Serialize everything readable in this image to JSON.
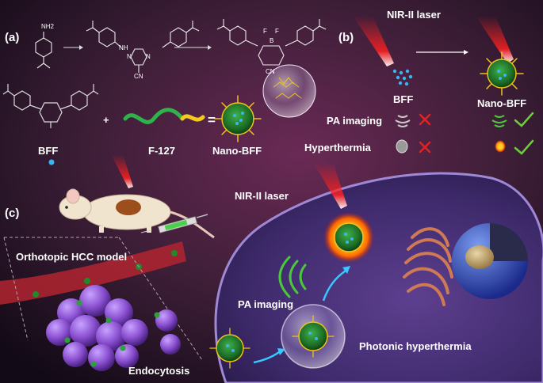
{
  "panel_labels": {
    "a": "(a)",
    "b": "(b)",
    "c": "(c)"
  },
  "panel_a": {
    "nh2": "NH2",
    "mol1_nh": "NH",
    "mol1_n1": "N",
    "mol1_n2": "N",
    "mol1_cn": "CN",
    "mol2_f1": "F",
    "mol2_f2": "F",
    "mol2_b": "B",
    "mol2_cn": "CN",
    "bff_label": "BFF",
    "f127_label": "F-127",
    "nano_label": "Nano-BFF",
    "plus": "+",
    "equals": "="
  },
  "panel_b": {
    "laser": "NIR-II laser",
    "bff": "BFF",
    "nano": "Nano-BFF",
    "pa": "PA imaging",
    "hyper": "Hyperthermia"
  },
  "panel_c": {
    "model": "Orthotopic HCC model",
    "laser": "NIR-II laser",
    "pa": "PA imaging",
    "endocytosis": "Endocytosis",
    "photonic": "Photonic hyperthermia"
  },
  "colors": {
    "background_top": "#3a1f33",
    "background_cell": "#6f4b9a",
    "laser_red": "#ff1a1a",
    "check_green": "#6ccf3a",
    "cross_red": "#e22222",
    "tumor_purple": "#8a4fd0",
    "nano_green": "#1e7a2a",
    "nano_yellow": "#f1c21b",
    "dot_blue": "#38b6f0"
  }
}
